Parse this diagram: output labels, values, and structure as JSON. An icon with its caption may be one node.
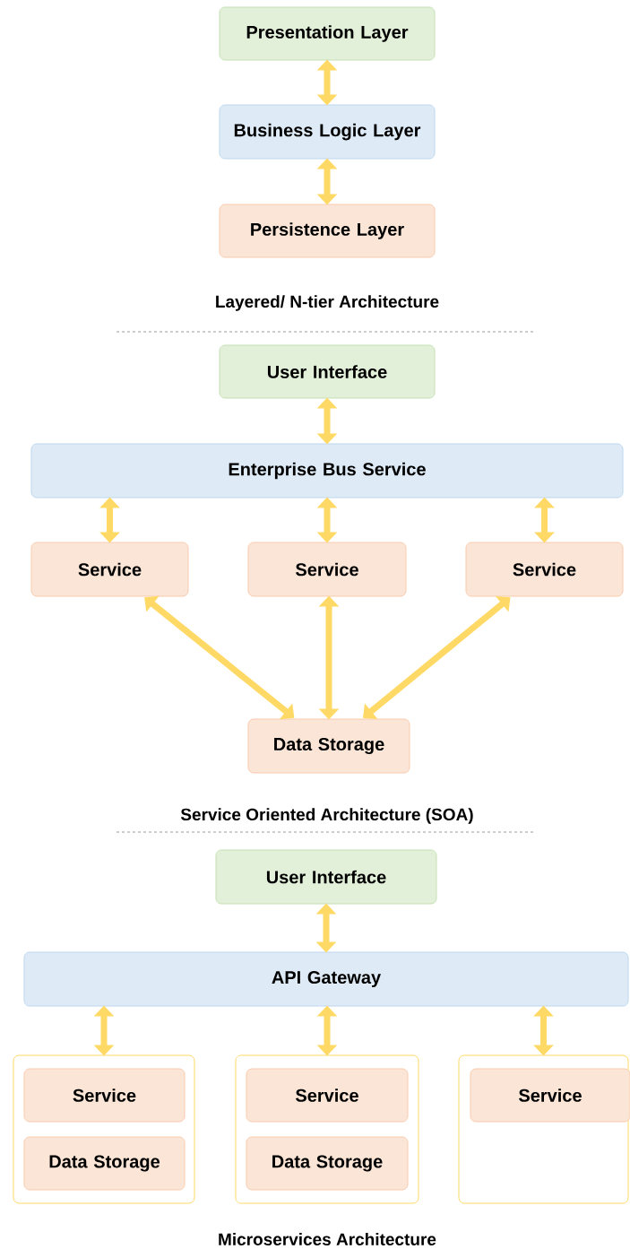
{
  "diagram": {
    "nodes": [
      {
        "text": [
          "Presentation Layer"
        ]
      },
      {
        "text": [
          "Business Logic Layer"
        ]
      },
      {
        "text": [
          "Persistence Layer"
        ]
      },
      {
        "text": [
          "User Interface"
        ]
      },
      {
        "text": [
          "Enterprise Bus Service"
        ]
      },
      {
        "text": [
          "Service"
        ]
      },
      {
        "text": [
          "Service"
        ]
      },
      {
        "text": [
          "Service"
        ]
      },
      {
        "text": [
          "Data Storage"
        ]
      },
      {
        "text": [
          "User Interface"
        ]
      },
      {
        "text": [
          "API Gateway"
        ]
      },
      {
        "text": [],
        "shape": "box"
      },
      {
        "text": [
          "Service"
        ],
        "in": 11
      },
      {
        "text": [
          "Data Storage"
        ],
        "in": 11
      },
      {
        "text": [],
        "shape": "box"
      },
      {
        "text": [
          "Service"
        ],
        "in": 14
      },
      {
        "text": [
          "Data Storage"
        ],
        "in": 14
      },
      {
        "text": [],
        "shape": "box"
      },
      {
        "text": [
          "Service"
        ],
        "in": 17
      }
    ],
    "edges": [
      {
        "from": 0,
        "to": 1,
        "arrow": "both"
      },
      {
        "from": 1,
        "to": 2,
        "arrow": "both"
      },
      {
        "from": 3,
        "to": 4,
        "arrow": "both"
      },
      {
        "from": 4,
        "to": 5,
        "arrow": "both"
      },
      {
        "from": 4,
        "to": 6,
        "arrow": "both"
      },
      {
        "from": 4,
        "to": 7,
        "arrow": "both"
      },
      {
        "from": 5,
        "to": 8,
        "arrow": "both"
      },
      {
        "from": 6,
        "to": 8,
        "arrow": "both"
      },
      {
        "from": 7,
        "to": 8,
        "arrow": "both"
      },
      {
        "from": 9,
        "to": 10,
        "arrow": "both"
      },
      {
        "from": 10,
        "to": 11,
        "arrow": "both"
      },
      {
        "from": 10,
        "to": 14,
        "arrow": "both"
      },
      {
        "from": 10,
        "to": 17,
        "arrow": "both"
      }
    ],
    "labels": [
      "Layered/ N-tier Architecture",
      "Service Oriented Architecture (SOA)",
      "Microservices Architecture"
    ]
  }
}
